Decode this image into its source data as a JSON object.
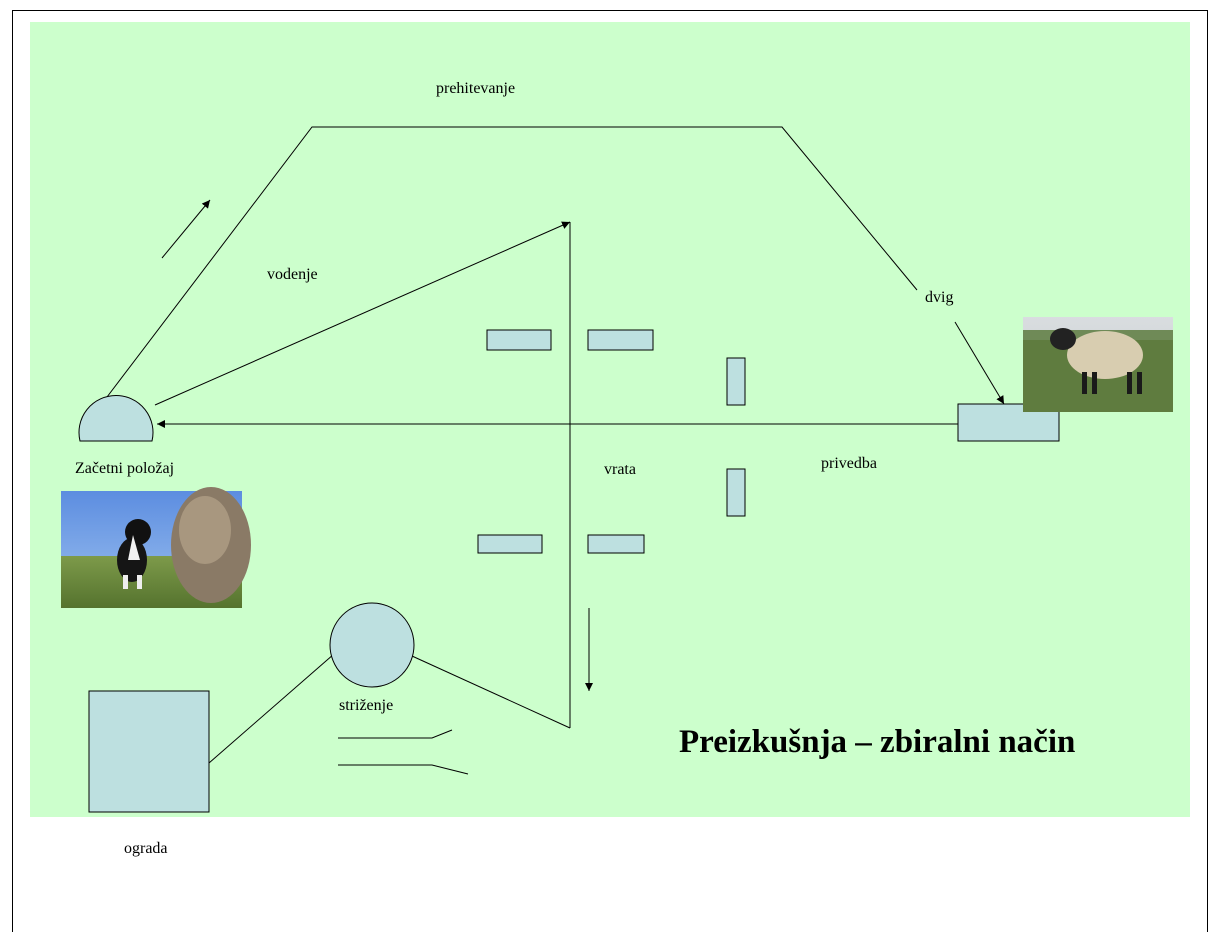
{
  "title": "Preizkušnja – zbiralni način",
  "labels": {
    "prehitevanje": "prehitevanje",
    "vodenje": "vodenje",
    "dvig": "dvig",
    "zacetni_polozaj": "Začetni položaj",
    "vrata": "vrata",
    "privedba": "privedba",
    "strizenje": "striženje",
    "ograda": "ograda"
  },
  "colors": {
    "background": "#ccffcc",
    "shape_fill": "#bde0e0"
  }
}
